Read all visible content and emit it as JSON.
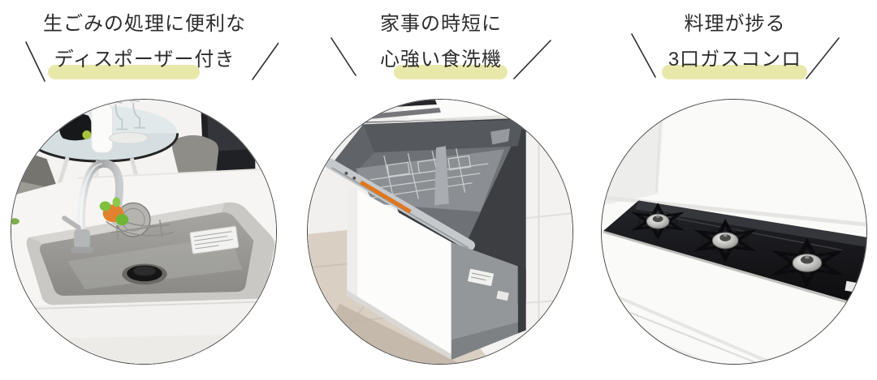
{
  "page": {
    "background": "#ffffff"
  },
  "style": {
    "highlight_color": "#e9e8ab",
    "text_color": "#2d2d2d",
    "slash_color": "#2f2f2f",
    "circle_border_color": "#454545"
  },
  "features": [
    {
      "id": "disposer",
      "line1": "生ごみの処理に便利な",
      "line2_prefix": "",
      "line2_highlight": "ディスポーザー",
      "line2_suffix": "付き",
      "photo_alt": "ディスポーザー付きキッチンシンクの写真"
    },
    {
      "id": "dishwasher",
      "line1": "家事の時短に",
      "line2_prefix": "心",
      "line2_highlight": "強い食洗機",
      "line2_suffix": "",
      "photo_alt": "引き出し式ビルトイン食洗機の写真"
    },
    {
      "id": "gas-stove",
      "line1": "料理が捗る",
      "line2_prefix": "",
      "line2_highlight": "3口ガスコンロ",
      "line2_suffix": "",
      "photo_alt": "3口ガスコンロの写真"
    }
  ]
}
